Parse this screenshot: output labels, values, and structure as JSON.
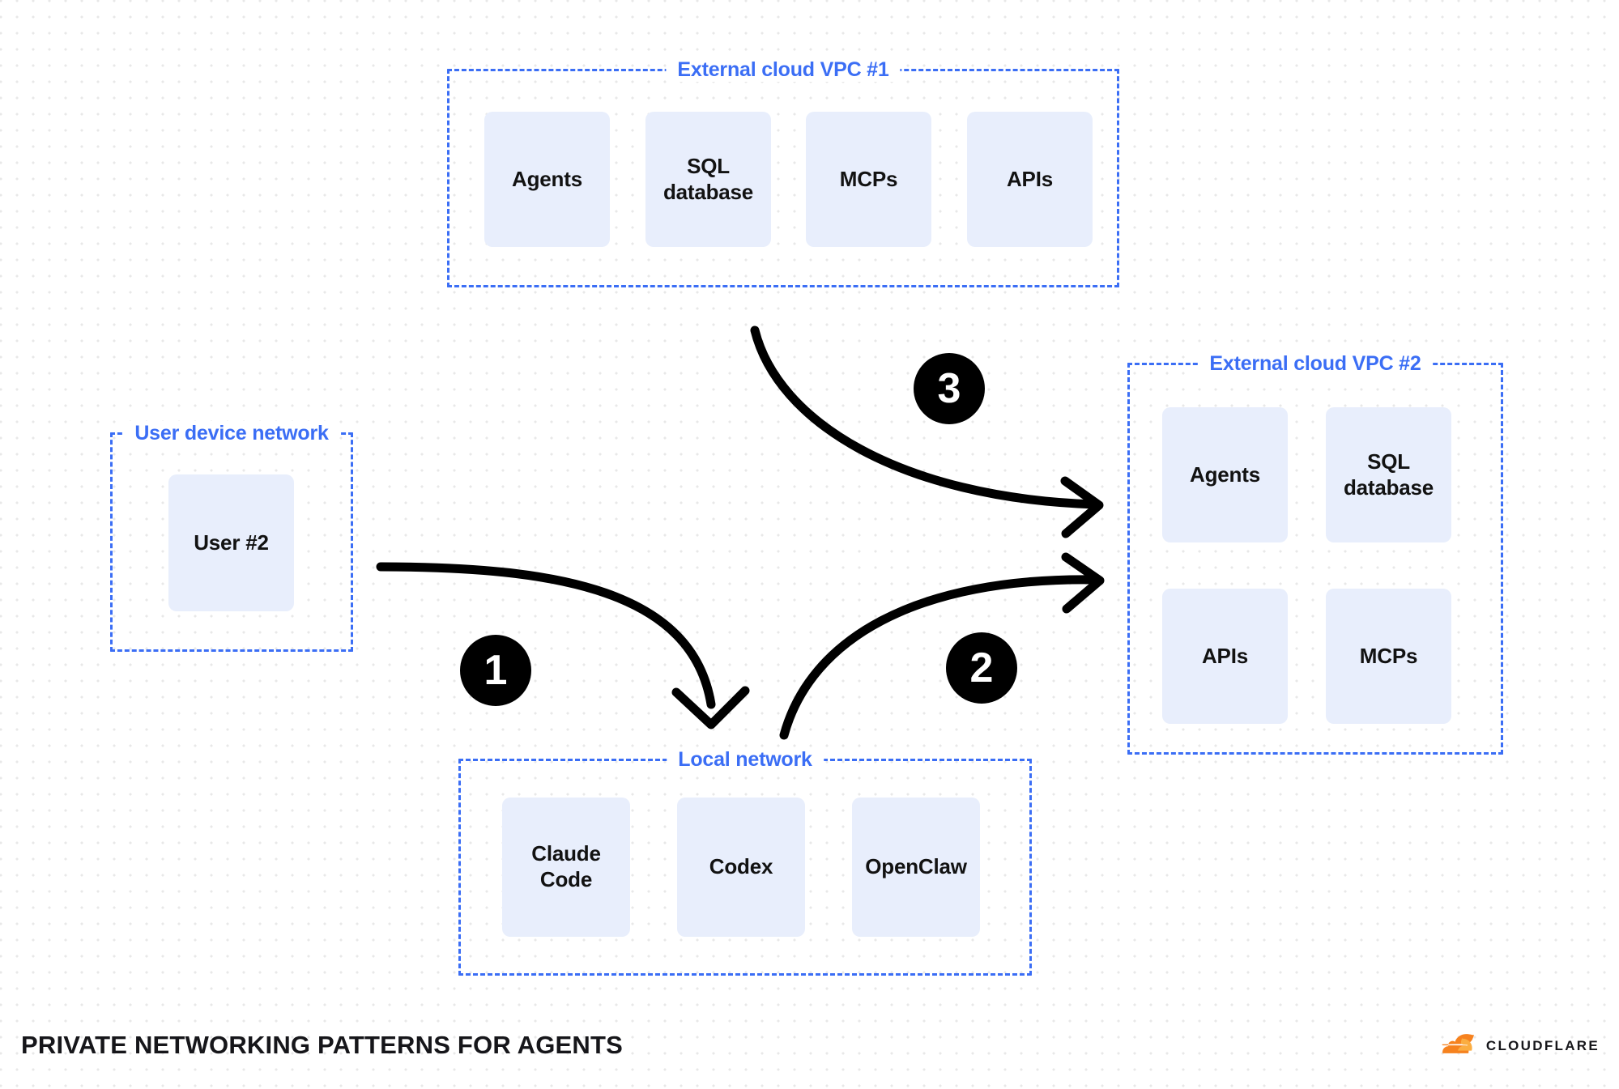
{
  "diagram": {
    "footer_title": "PRIVATE NETWORKING PATTERNS FOR AGENTS",
    "brand": {
      "name": "CLOUDFLARE",
      "logo_icon": "cloudflare-cloud-icon",
      "logo_color": "#f6821f"
    },
    "colors": {
      "group_border": "#3b6ef5",
      "group_label": "#3b6ef5",
      "node_fill": "#e8eefc",
      "node_text": "#121212",
      "arrow": "#000000",
      "badge_fill": "#000000",
      "badge_text": "#ffffff",
      "canvas_bg": "#ffffff",
      "dot_grid": "#e8e8e8"
    },
    "groups": [
      {
        "id": "external-cloud-vpc-1",
        "label": "External cloud VPC #1",
        "nodes": [
          {
            "id": "vpc1-agents",
            "label": "Agents"
          },
          {
            "id": "vpc1-sql-database",
            "label": "SQL\ndatabase"
          },
          {
            "id": "vpc1-mcps",
            "label": "MCPs"
          },
          {
            "id": "vpc1-apis",
            "label": "APIs"
          }
        ]
      },
      {
        "id": "user-device-network",
        "label": "User device network",
        "nodes": [
          {
            "id": "user-2",
            "label": "User #2"
          }
        ]
      },
      {
        "id": "external-cloud-vpc-2",
        "label": "External cloud VPC #2",
        "nodes": [
          {
            "id": "vpc2-agents",
            "label": "Agents"
          },
          {
            "id": "vpc2-sql-database",
            "label": "SQL\ndatabase"
          },
          {
            "id": "vpc2-apis",
            "label": "APIs"
          },
          {
            "id": "vpc2-mcps",
            "label": "MCPs"
          }
        ]
      },
      {
        "id": "local-network",
        "label": "Local network",
        "nodes": [
          {
            "id": "claude-code",
            "label": "Claude\nCode"
          },
          {
            "id": "codex",
            "label": "Codex"
          },
          {
            "id": "openclaw",
            "label": "OpenClaw"
          }
        ]
      }
    ],
    "steps": [
      {
        "id": "step-1",
        "number": "1",
        "from": "user-device-network",
        "to": "local-network"
      },
      {
        "id": "step-2",
        "number": "2",
        "from": "local-network",
        "to": "external-cloud-vpc-2"
      },
      {
        "id": "step-3",
        "number": "3",
        "from": "external-cloud-vpc-1",
        "to": "external-cloud-vpc-2"
      }
    ]
  }
}
